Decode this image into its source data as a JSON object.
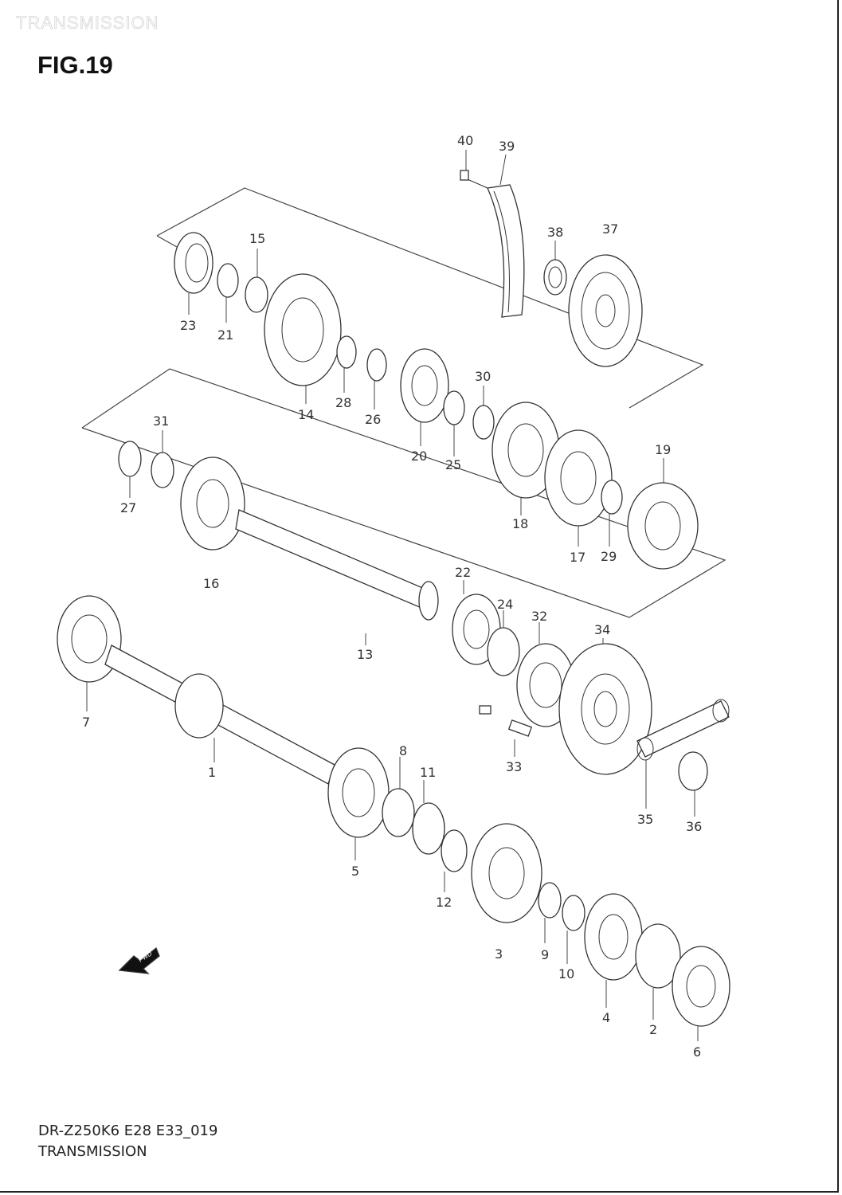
{
  "header_watermark": "TRANSMISSION",
  "figure_title": "FIG.19",
  "footer": {
    "code": "DR-Z250K6 E28 E33_019",
    "title": "TRANSMISSION"
  },
  "fwd_label": "FWD",
  "callouts": [
    {
      "id": "1",
      "text": "1"
    },
    {
      "id": "2",
      "text": "2"
    },
    {
      "id": "3",
      "text": "3"
    },
    {
      "id": "4",
      "text": "4"
    },
    {
      "id": "5",
      "text": "5"
    },
    {
      "id": "6",
      "text": "6"
    },
    {
      "id": "7",
      "text": "7"
    },
    {
      "id": "8",
      "text": "8"
    },
    {
      "id": "9",
      "text": "9"
    },
    {
      "id": "10",
      "text": "10"
    },
    {
      "id": "11",
      "text": "11"
    },
    {
      "id": "12",
      "text": "12"
    },
    {
      "id": "13",
      "text": "13"
    },
    {
      "id": "14",
      "text": "14"
    },
    {
      "id": "15",
      "text": "15"
    },
    {
      "id": "16",
      "text": "16"
    },
    {
      "id": "17",
      "text": "17"
    },
    {
      "id": "18",
      "text": "18"
    },
    {
      "id": "19",
      "text": "19"
    },
    {
      "id": "20",
      "text": "20"
    },
    {
      "id": "21",
      "text": "21"
    },
    {
      "id": "22",
      "text": "22"
    },
    {
      "id": "23",
      "text": "23"
    },
    {
      "id": "24",
      "text": "24"
    },
    {
      "id": "25",
      "text": "25"
    },
    {
      "id": "26",
      "text": "26"
    },
    {
      "id": "27",
      "text": "27"
    },
    {
      "id": "28",
      "text": "28"
    },
    {
      "id": "29",
      "text": "29"
    },
    {
      "id": "30",
      "text": "30"
    },
    {
      "id": "31",
      "text": "31"
    },
    {
      "id": "32",
      "text": "32"
    },
    {
      "id": "33",
      "text": "33"
    },
    {
      "id": "34",
      "text": "34"
    },
    {
      "id": "35",
      "text": "35"
    },
    {
      "id": "36",
      "text": "36"
    },
    {
      "id": "37",
      "text": "37"
    },
    {
      "id": "38",
      "text": "38"
    },
    {
      "id": "39",
      "text": "39"
    },
    {
      "id": "40",
      "text": "40"
    }
  ]
}
